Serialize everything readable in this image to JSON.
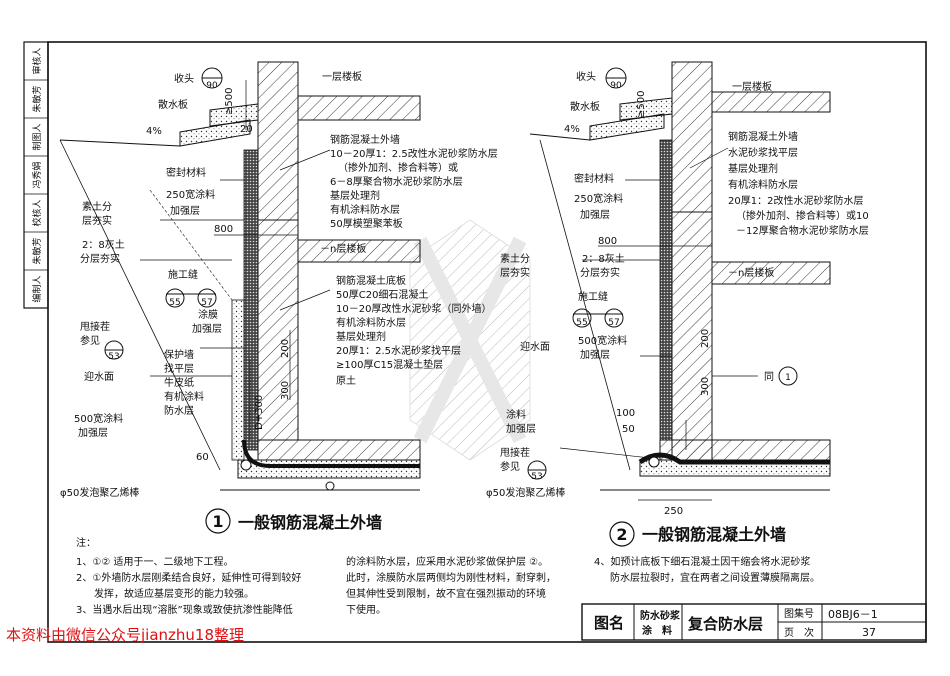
{
  "side_strip": [
    "审核人",
    "朱敏芳",
    "制图人",
    "冯秀娟",
    "校核人",
    "朱敏芳",
    "编制人"
  ],
  "left": {
    "detail_num": "1",
    "title": "一般钢筋混凝土外墙",
    "labels": {
      "shoutou": "收头",
      "ref90": "90",
      "ref55": "55",
      "ref57": "57",
      "ref53": "53",
      "sanshuiban": "散水板",
      "slope": "4%",
      "yiceng": "一层楼板",
      "gangjin_wall": "钢筋混凝土外墙",
      "w1": "10－20厚1：2.5改性水泥砂浆防水层",
      "w2": "（掺外加剂、掺合料等）或",
      "w3": "6－8厚聚合物水泥砂浆防水层",
      "w4": "基层处理剂",
      "w5": "有机涂料防水层",
      "w6": "50厚模塑聚苯板",
      "mifeng": "密封材料",
      "tuliao250": "250宽涂料",
      "jiaqiang": "加强层",
      "sutu1": "素土分",
      "sutu2": "层夯实",
      "huitu1": "2：8灰土",
      "huitu2": "分层夯实",
      "floor_n": "－n层楼板",
      "shigongfeng": "施工缝",
      "tumo1": "涂膜",
      "tumo2": "加强层",
      "weijie1": "甩接茬",
      "weijie2": "参见",
      "baohu": "保护墙",
      "zhaoping": "找平层",
      "niupizhi": "牛皮纸",
      "youji1": "有机涂料",
      "youji2": "防水层",
      "yingshui": "迎水面",
      "tuliao500_1": "500宽涂料",
      "tuliao500_2": "加强层",
      "f1": "钢筋混凝土底板",
      "f2": "50厚C20细石混凝土",
      "f3": "10－20厚改性水泥砂浆（同外墙）",
      "f4": "有机涂料防水层",
      "f5": "基层处理剂",
      "f6": "20厚1：2.5水泥砂浆找平层",
      "f7": "≥100厚C15混凝土垫层",
      "f8": "原土",
      "foam": "φ50发泡聚乙烯棒",
      "dim_500": "≥500",
      "dim_20": "20",
      "dim_800": "800",
      "dim_200": "200",
      "dim_300": "300",
      "dim_d300": "D+300",
      "dim_60": "60"
    }
  },
  "right": {
    "detail_num": "2",
    "title": "一般钢筋混凝土外墙",
    "labels": {
      "shoutou": "收头",
      "ref90": "90",
      "ref55": "55",
      "ref57": "57",
      "ref53": "53",
      "ref1": "1",
      "sanshuiban": "散水板",
      "slope": "4%",
      "yiceng": "一层楼板",
      "gangjin_wall": "钢筋混凝土外墙",
      "w1": "水泥砂浆找平层",
      "w2": "基层处理剂",
      "w3": "有机涂料防水层",
      "w4": "20厚1：2改性水泥砂浆防水层",
      "w5": "（掺外加剂、掺合料等）或10",
      "w6": "－12厚聚合物水泥砂浆防水层",
      "mifeng": "密封材料",
      "tuliao250": "250宽涂料",
      "jiaqiang": "加强层",
      "sutu1": "素土分",
      "sutu2": "层夯实",
      "huitu1": "2：8灰土",
      "huitu2": "分层夯实",
      "floor_n": "－n层楼板",
      "shigongfeng": "施工缝",
      "yingshui": "迎水面",
      "tuliao500_1": "500宽涂料",
      "tuliao500_2": "加强层",
      "tong": "同",
      "tuliao1": "涂料",
      "tuliao2": "加强层",
      "weijie1": "甩接茬",
      "weijie2": "参见",
      "foam": "φ50发泡聚乙烯棒",
      "dim_500": "≥500",
      "dim_800": "800",
      "dim_200": "200",
      "dim_300": "300",
      "dim_100": "100",
      "dim_50": "50",
      "dim_250": "250"
    }
  },
  "notes": {
    "head": "注：",
    "n1": "1、①② 适用于一、二级地下工程。",
    "n2a": "2、①外墙防水层刚柔结合良好，延伸性可得到较好",
    "n2b": "发挥，故适应基层变形的能力较强。",
    "n3a": "3、当遇水后出现“溶胀”现象或致使抗渗性能降低",
    "c2a": "的涂料防水层，应采用水泥砂浆做保护层 ②。",
    "c2b": "此时，涂膜防水层两侧均为刚性材料，耐穿刺，",
    "c2c": "但其伸性受到限制，故不宜在强烈振动的环境",
    "c2d": "下使用。",
    "n4a": "4、如预计底板下细石混凝土因干缩会将水泥砂浆",
    "n4b": "防水层拉裂时，宜在两者之间设置薄膜隔离层。"
  },
  "title_block": {
    "tuming": "图名",
    "sub1": "防水砂浆",
    "sub2": "涂　料",
    "main": "复合防水层",
    "tujihao": "图集号",
    "tujihao_val": "08BJ6－1",
    "yeci": "页　次",
    "yeci_val": "37"
  },
  "watermark": "本资料由微信公众号jianzhu18整理",
  "colors": {
    "line": "#111111",
    "watermark": "#dd1111",
    "hatch_gray": "#bbbbbb"
  }
}
